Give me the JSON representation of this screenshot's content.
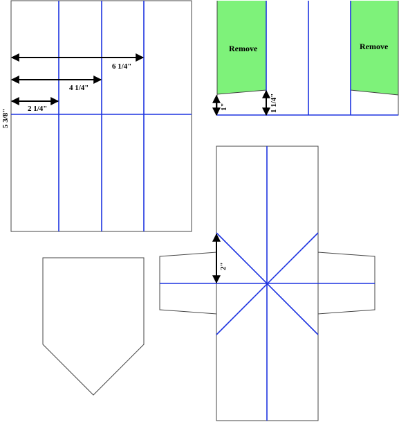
{
  "colors": {
    "outline": "#444444",
    "fold_line": "#1d33e0",
    "remove_fill": "#7ef27a",
    "arrow": "#000000"
  },
  "panel_a": {
    "height_label": "5 3/8\"",
    "dim_6": "6 1/4\"",
    "dim_4": "4 1/4\"",
    "dim_2": "2 1/4\""
  },
  "panel_b": {
    "remove_left": "Remove",
    "remove_right": "Remove",
    "dim_1": "1\"",
    "dim_1_25": "1 1/4\""
  },
  "panel_c": {
    "dim_2": "2\""
  },
  "panel_d": {}
}
